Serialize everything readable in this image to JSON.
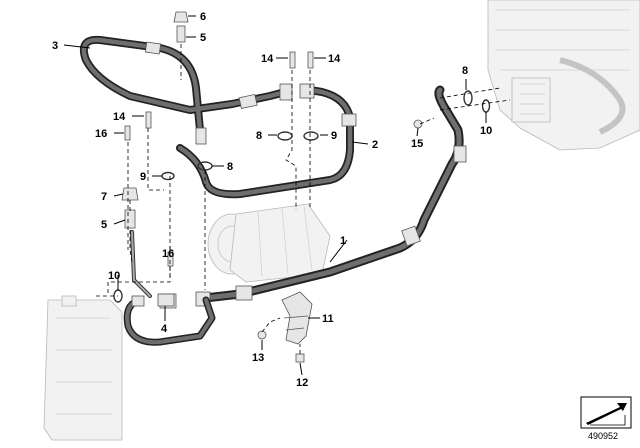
{
  "diagram": {
    "callouts": [
      {
        "id": "c1",
        "label": "1"
      },
      {
        "id": "c2",
        "label": "2"
      },
      {
        "id": "c3",
        "label": "3"
      },
      {
        "id": "c4",
        "label": "4"
      },
      {
        "id": "c5a",
        "label": "5"
      },
      {
        "id": "c5b",
        "label": "5"
      },
      {
        "id": "c6",
        "label": "6"
      },
      {
        "id": "c7",
        "label": "7"
      },
      {
        "id": "c8a",
        "label": "8"
      },
      {
        "id": "c8b",
        "label": "8"
      },
      {
        "id": "c8c",
        "label": "8"
      },
      {
        "id": "c9a",
        "label": "9"
      },
      {
        "id": "c9b",
        "label": "9"
      },
      {
        "id": "c10a",
        "label": "10"
      },
      {
        "id": "c10b",
        "label": "10"
      },
      {
        "id": "c11",
        "label": "11"
      },
      {
        "id": "c12",
        "label": "12"
      },
      {
        "id": "c13",
        "label": "13"
      },
      {
        "id": "c14a",
        "label": "14"
      },
      {
        "id": "c14b",
        "label": "14"
      },
      {
        "id": "c14c",
        "label": "14"
      },
      {
        "id": "c15",
        "label": "15"
      },
      {
        "id": "c16a",
        "label": "16"
      },
      {
        "id": "c16b",
        "label": "16"
      }
    ],
    "reference_number": "490952"
  }
}
